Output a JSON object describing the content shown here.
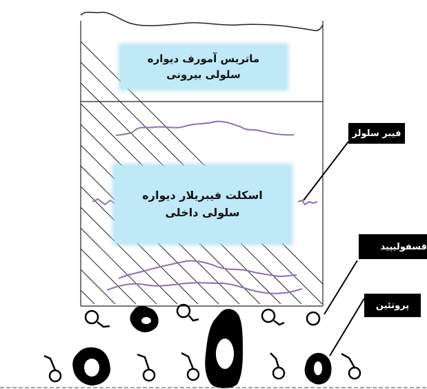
{
  "labels": {
    "outer_matrix": "ماتریس آمورف دیواره سلولی بیرونی",
    "inner_skeleton": "اسکلت فیبریلار دیواره سلولی داخلی",
    "cellulose_fiber": "فیبر سلولز",
    "phospholipid": "فسفولیپید",
    "protein": "پروتئین"
  },
  "colors": {
    "fiber": "#8b6fb0",
    "label_box": "#bfe9f6",
    "tag_bg": "#000000",
    "line": "#000000"
  }
}
